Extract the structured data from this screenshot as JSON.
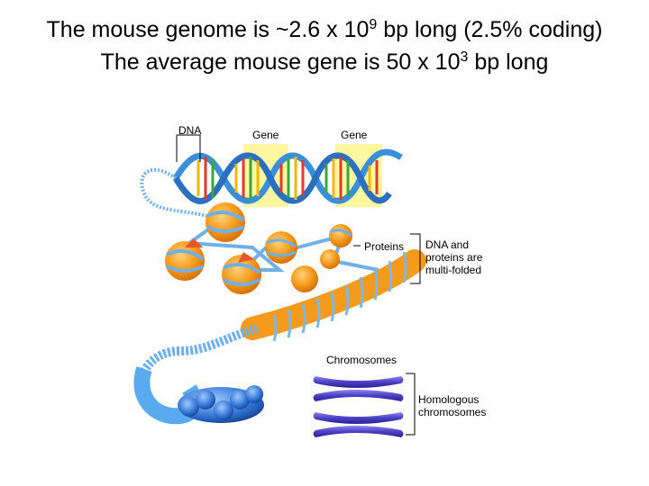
{
  "title": {
    "line1_prefix": "The mouse genome is ~2.6 x 10",
    "line1_exp": "9",
    "line1_suffix": " bp long (2.5% coding)",
    "line2_prefix": "The average mouse gene is 50 x 10",
    "line2_exp": "3",
    "line2_suffix": " bp long"
  },
  "labels": {
    "dna": "DNA",
    "gene1": "Gene",
    "gene2": "Gene",
    "proteins": "Proteins",
    "multifolded_line1": "DNA and",
    "multifolded_line2": "proteins are",
    "multifolded_line3": "multi-folded",
    "chromosomes": "Chromosomes",
    "homologous_line1": "Homologous",
    "homologous_line2": "chromosomes"
  },
  "colors": {
    "dna_backbone": "#3a8fd8",
    "gene_highlight": "#fdf7a0",
    "nucleosome": "#f59a1a",
    "chromatin_blue": "#7ab8e8",
    "chromosome": "#4b3fc6",
    "condensed": "#2c6fd0"
  }
}
